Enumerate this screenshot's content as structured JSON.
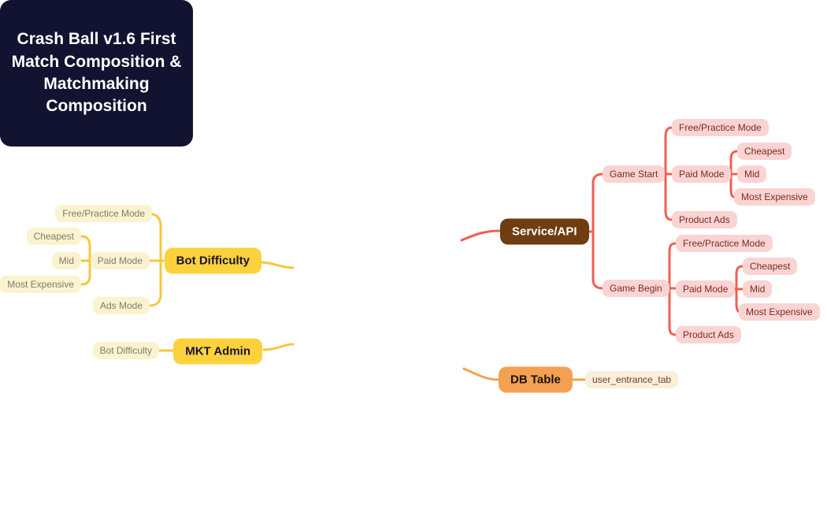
{
  "title": "Crash Ball v1.6 First Match Composition & Matchmaking Composition",
  "colors": {
    "center_bg": "#111330",
    "center_text": "#ffffff",
    "branch_yellow": "#FCD23C",
    "branch_yellow_pale": "#FBF3CF",
    "branch_brown": "#6E3D10",
    "branch_pink": "#FAD4D2",
    "branch_orange": "#F4A053",
    "branch_peach": "#FBEEDC",
    "edge_yellow": "#F5C83C",
    "edge_red": "#F15E53",
    "edge_orange": "#F0A24E"
  },
  "left": {
    "bot_difficulty": {
      "label": "Bot Difficulty",
      "children": {
        "free_practice": "Free/Practice Mode",
        "paid_mode": "Paid Mode",
        "cheapest": "Cheapest",
        "mid": "Mid",
        "most_expensive": "Most Expensive",
        "ads_mode": "Ads Mode"
      }
    },
    "mkt_admin": {
      "label": "MKT Admin",
      "children": {
        "bot_difficulty": "Bot Difficulty"
      }
    }
  },
  "right": {
    "service_api": {
      "label": "Service/API",
      "game_start": {
        "label": "Game Start",
        "children": {
          "free_practice": "Free/Practice Mode",
          "paid_mode": "Paid Mode",
          "cheapest": "Cheapest",
          "mid": "Mid",
          "most_expensive": "Most Expensive",
          "product_ads": "Product Ads"
        }
      },
      "game_begin": {
        "label": "Game Begin",
        "children": {
          "free_practice": "Free/Practice Mode",
          "paid_mode": "Paid Mode",
          "cheapest": "Cheapest",
          "mid": "Mid",
          "most_expensive": "Most Expensive",
          "product_ads": "Product Ads"
        }
      }
    },
    "db_table": {
      "label": "DB Table",
      "children": {
        "table": "user_entrance_tab"
      }
    }
  }
}
